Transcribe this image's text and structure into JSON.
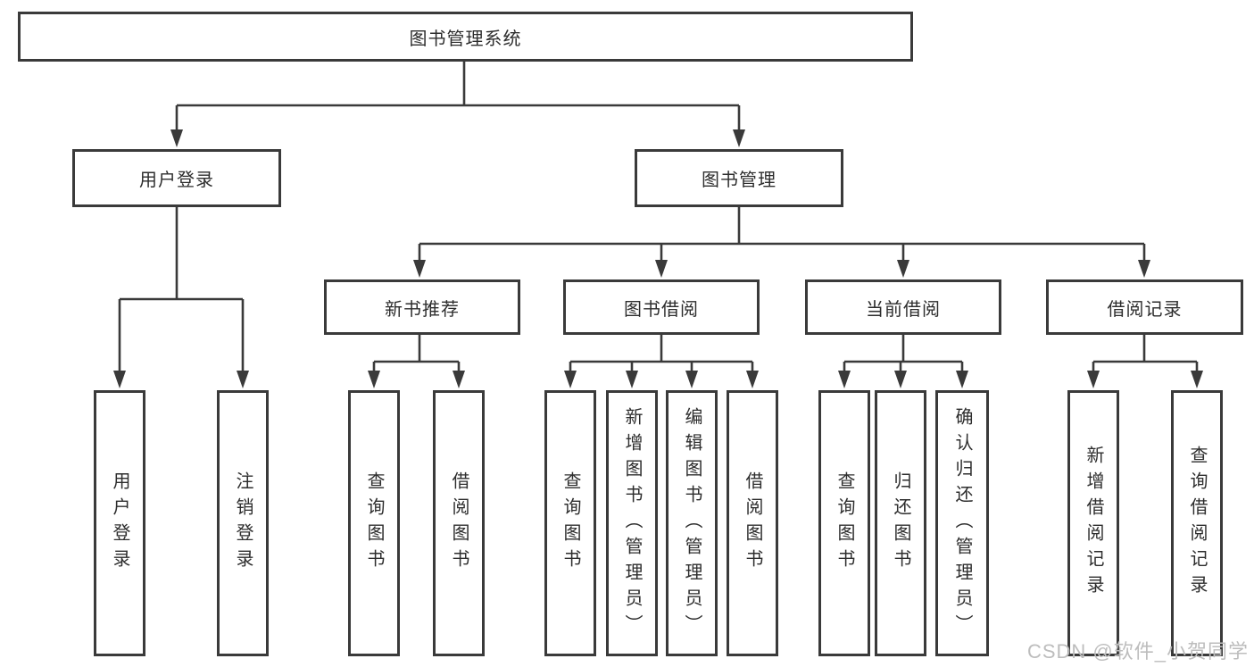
{
  "colors": {
    "line": "#3a3a3a",
    "text": "#2d2d2d",
    "watermark": "#bdbdbd",
    "bg": "#ffffff"
  },
  "watermark": {
    "text": "CSDN @软件_小贺同学"
  },
  "tree": {
    "label": "图书管理系统",
    "children": [
      {
        "label": "用户登录",
        "children": [
          {
            "label": "用户登录"
          },
          {
            "label": "注销登录"
          }
        ]
      },
      {
        "label": "图书管理",
        "children": [
          {
            "label": "新书推荐",
            "children": [
              {
                "label": "查询图书"
              },
              {
                "label": "借阅图书"
              }
            ]
          },
          {
            "label": "图书借阅",
            "children": [
              {
                "label": "查询图书"
              },
              {
                "label": "新增图书（管理员）"
              },
              {
                "label": "编辑图书（管理员）"
              },
              {
                "label": "借阅图书"
              }
            ]
          },
          {
            "label": "当前借阅",
            "children": [
              {
                "label": "查询图书"
              },
              {
                "label": "归还图书"
              },
              {
                "label": "确认归还（管理员）"
              }
            ]
          },
          {
            "label": "借阅记录",
            "children": [
              {
                "label": "新增借阅记录"
              },
              {
                "label": "查询借阅记录"
              }
            ]
          }
        ]
      }
    ]
  }
}
